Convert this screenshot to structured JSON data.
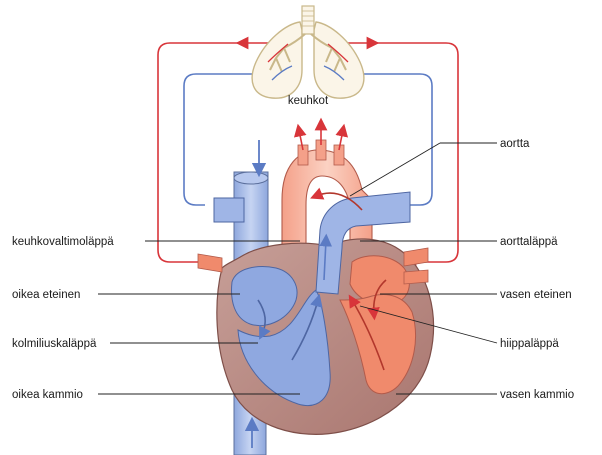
{
  "labels": {
    "lungs": "keuhkot",
    "aorta": "aortta",
    "pulmonary_valve": "keuhkovaltimoläppä",
    "aortic_valve": "aorttaläppä",
    "right_atrium": "oikea eteinen",
    "left_atrium": "vasen eteinen",
    "tricuspid_valve": "kolmiliuskaläppä",
    "mitral_valve": "hiippaläppä",
    "right_ventricle": "oikea kammio",
    "left_ventricle": "vasen kammio"
  },
  "colors": {
    "oxygenated": "#d8353a",
    "deoxygenated": "#5b7bc4",
    "heart_wall": "#b98a85",
    "right_chamber": "#8fa8e0",
    "left_chamber": "#f08a6c",
    "lung_outline": "#c9b88a"
  }
}
